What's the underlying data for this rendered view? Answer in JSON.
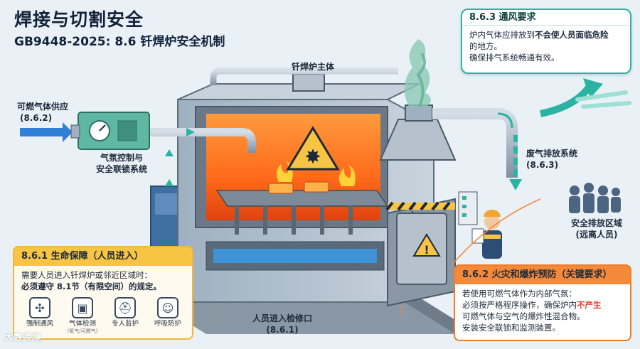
{
  "header": {
    "title": "焊接与切割安全",
    "subtitle": "GB9448-2025: 8.6 钎焊炉安全机制"
  },
  "labels": {
    "furnace_main": "钎焊炉主体",
    "gas_supply": "可燃气体供应",
    "gas_supply_ref": "(8.6.2)",
    "gas_control_1": "气氛控制与",
    "gas_control_2": "安全联锁系统",
    "exhaust_system": "废气排放系统",
    "exhaust_ref": "(8.6.3)",
    "safe_zone_1": "安全排放区域",
    "safe_zone_2": "(远离人员)",
    "door_label": "人员进入检修口",
    "door_ref": "(8.6.1)"
  },
  "ventilation": {
    "heading": "8.6.3 通风要求",
    "line1_a": "炉内气体应排放到",
    "line1_b": "不会使人员面临危险",
    "line2": "的地方。",
    "line3": "确保排气系统畅通有效。"
  },
  "life_safety": {
    "heading": "8.6.1 生命保障（人员进入）",
    "line1": "需要人员进入钎焊炉或邻近区域时：",
    "line2": "必须遵守 8.1节（有限空间）的规定。",
    "icons": [
      {
        "icon": "fan-icon",
        "label": "强制通风",
        "sub": ""
      },
      {
        "icon": "gas-detector-icon",
        "label": "气体检测",
        "sub": "(氧气/可燃气)"
      },
      {
        "icon": "hardhat-icon",
        "label": "专人监护",
        "sub": ""
      },
      {
        "icon": "respirator-icon",
        "label": "呼吸防护",
        "sub": ""
      }
    ]
  },
  "fire_safety": {
    "heading": "8.6.2 火灾和爆炸预防（关键要求）",
    "line1": "若使用可燃气体作为内部气氛：",
    "line2_a": "必须按严格程序操作，确保炉内",
    "line2_b": "不产生",
    "line3": "可燃气体与空气的爆炸性混合物。",
    "line4": "安装安全联锁和监测装置。"
  },
  "watermark": "大数跨境",
  "colors": {
    "teal": "#2ab3a2",
    "orange": "#f5893a",
    "yellow": "#f7c443",
    "furnace_fire": "#ff7a1a",
    "steel": "#8fa2b5",
    "flow_blue": "#2f7fd6"
  }
}
